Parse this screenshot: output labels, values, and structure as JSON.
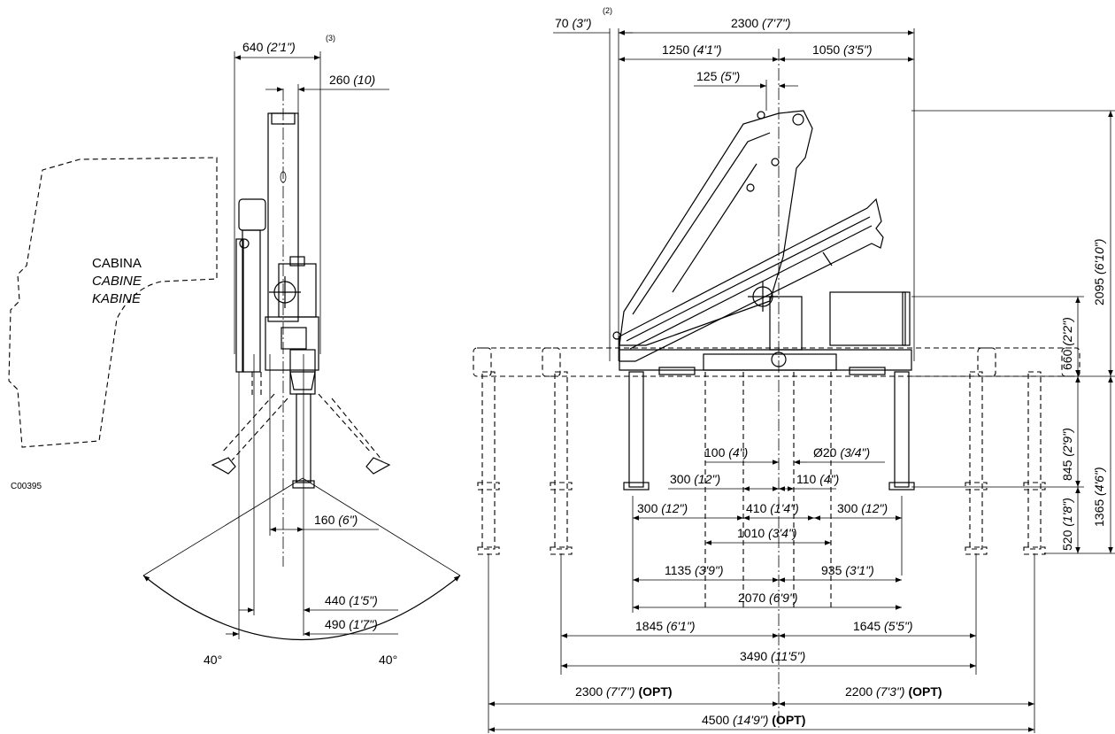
{
  "side_view": {
    "cab_label": [
      "CABINA",
      "CABINE",
      "KABINE"
    ],
    "code": "C00395",
    "dims": [
      {
        "id": "w640",
        "value": "640",
        "imperial": "(2'1\")",
        "note": "(3)"
      },
      {
        "id": "w260",
        "value": "260",
        "imperial": "(10)"
      },
      {
        "id": "w160",
        "value": "160",
        "imperial": "(6\")"
      },
      {
        "id": "w440",
        "value": "440",
        "imperial": "(1'5\")"
      },
      {
        "id": "w490",
        "value": "490",
        "imperial": "(1'7\")"
      }
    ],
    "angles": [
      "40°",
      "40°"
    ]
  },
  "front_view": {
    "dims": [
      {
        "id": "d70",
        "value": "70",
        "imperial": "(3\")",
        "note": "(2)"
      },
      {
        "id": "d2300top",
        "value": "2300",
        "imperial": "(7'7\")"
      },
      {
        "id": "d1250",
        "value": "1250",
        "imperial": "(4'1\")"
      },
      {
        "id": "d1050",
        "value": "1050",
        "imperial": "(3'5\")"
      },
      {
        "id": "d125",
        "value": "125",
        "imperial": "(5\")"
      },
      {
        "id": "d2095",
        "value": "2095",
        "imperial": "(6'10\")"
      },
      {
        "id": "d660",
        "value": "660",
        "imperial": "(2'2\")"
      },
      {
        "id": "d845",
        "value": "845",
        "imperial": "(2'9\")"
      },
      {
        "id": "d1365",
        "value": "1365",
        "imperial": "(4'6\")"
      },
      {
        "id": "d520",
        "value": "520",
        "imperial": "(1'8\")"
      },
      {
        "id": "d100",
        "value": "100",
        "imperial": "(4\")"
      },
      {
        "id": "dphi20",
        "value": "Ø20",
        "imperial": "(3/4\")"
      },
      {
        "id": "d300a",
        "value": "300",
        "imperial": "(12\")"
      },
      {
        "id": "d110",
        "value": "110",
        "imperial": "(4\")"
      },
      {
        "id": "d300b",
        "value": "300",
        "imperial": "(12\")"
      },
      {
        "id": "d410",
        "value": "410",
        "imperial": "(1'4\")"
      },
      {
        "id": "d300c",
        "value": "300",
        "imperial": "(12\")"
      },
      {
        "id": "d1010",
        "value": "1010",
        "imperial": "(3'4\")"
      },
      {
        "id": "d1135",
        "value": "1135",
        "imperial": "(3'9\")"
      },
      {
        "id": "d935",
        "value": "935",
        "imperial": "(3'1\")"
      },
      {
        "id": "d2070",
        "value": "2070",
        "imperial": "(6'9\")"
      },
      {
        "id": "d1845",
        "value": "1845",
        "imperial": "(6'1\")"
      },
      {
        "id": "d1645",
        "value": "1645",
        "imperial": "(5'5\")"
      },
      {
        "id": "d3490",
        "value": "3490",
        "imperial": "(11'5\")"
      },
      {
        "id": "d2300opt",
        "value": "2300",
        "imperial": "(7'7\")",
        "opt": "(OPT)"
      },
      {
        "id": "d2200opt",
        "value": "2200",
        "imperial": "(7'3\")",
        "opt": "(OPT)"
      },
      {
        "id": "d4500opt",
        "value": "4500",
        "imperial": "(14'9\")",
        "opt": "(OPT)"
      }
    ]
  }
}
